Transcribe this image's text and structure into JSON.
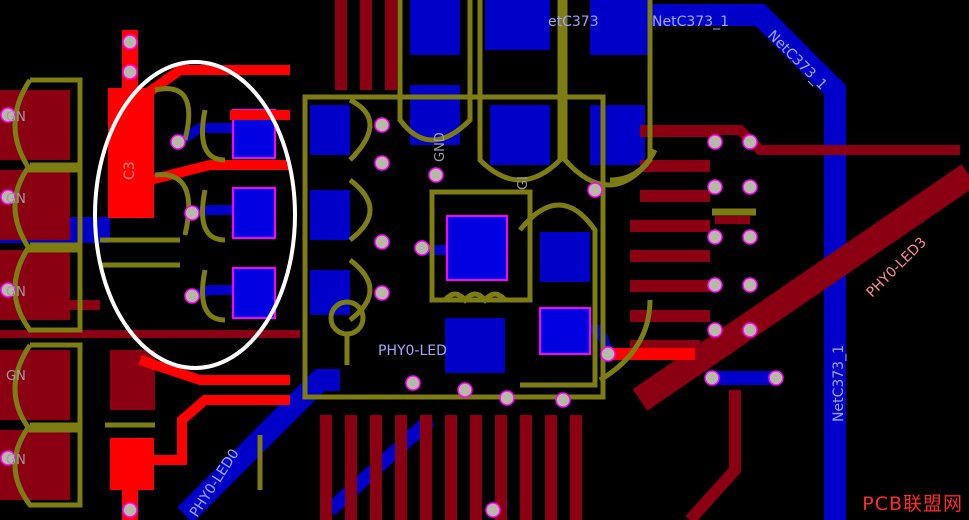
{
  "colors": {
    "background": "#000000",
    "top_copper": "#d90000",
    "top_copper_dark": "#8a0012",
    "bottom_copper": "#0000c8",
    "bottom_copper_dark": "#0a0a9a",
    "silkscreen": "#7d7d14",
    "pad_highlight": "#ff00ff",
    "via_ring": "#b8b8a8",
    "highlight_ellipse": "#ffffff"
  },
  "labels": {
    "net_top_1": "etC373",
    "net_top_2": "NetC373_1",
    "net_diag": "NetC373_1",
    "net_vertical": "NetC373_1",
    "led3": "PHY0-LED3",
    "led0": "PHY0-LED0",
    "led_center": "PHY0-LED",
    "comp_ref": "C3",
    "gnd_center": "GND",
    "gnd_center2": "GI",
    "gnd_left": [
      "GN",
      "GN",
      "GN",
      "GN",
      "GN"
    ]
  },
  "watermark": "PCB联盟网"
}
